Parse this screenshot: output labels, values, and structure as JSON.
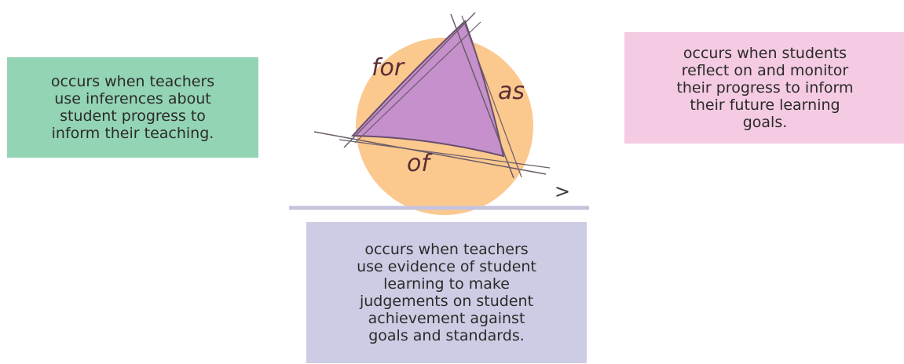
{
  "diagram": {
    "labels": {
      "for": "for",
      "as": "as",
      "of": "of",
      "arrow": ">"
    },
    "descriptions": {
      "for": "occurs when teachers\nuse inferences about\nstudent progress to\ninform their teaching.",
      "as": "occurs when students\nreflect on and monitor\ntheir progress to inform\ntheir future learning\ngoals.",
      "of": "occurs when teachers\nuse evidence of student\nlearning to make\njudgements on student\nachievement against\ngoals and standards."
    },
    "colors": {
      "for_box": "#93d4b4",
      "as_box": "#f4cbe2",
      "of_box": "#cccce4",
      "circle": "#fbc88e",
      "triangle": "#c590cb",
      "triangle_edge": "#6a4d6e",
      "divider": "#c6c3de"
    }
  }
}
